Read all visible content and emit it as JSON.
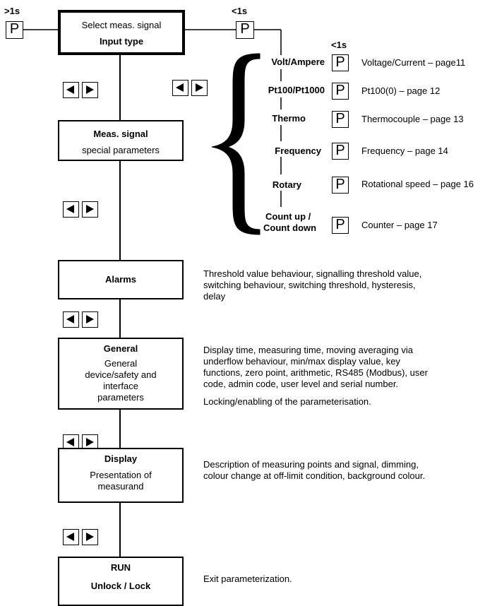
{
  "press_long": ">1s",
  "press_short_top": "<1s",
  "press_short_signals": "<1s",
  "p_key": "P",
  "boxes": {
    "input_type": {
      "line1": "Select meas. signal",
      "line2": "Input type"
    },
    "meas_signal": {
      "title": "Meas. signal",
      "sub": "special parameters"
    },
    "alarms": {
      "title": "Alarms"
    },
    "general": {
      "title": "General",
      "sub1": "General",
      "sub2": "device/safety and",
      "sub3": "interface",
      "sub4": "parameters"
    },
    "display": {
      "title": "Display",
      "sub1": "Presentation of",
      "sub2": "measurand"
    },
    "run": {
      "title": "RUN",
      "sub": "Unlock / Lock"
    }
  },
  "signals": [
    {
      "label": "Volt/Ampere",
      "desc": "Voltage/Current – page11"
    },
    {
      "label": "Pt100/Pt1000",
      "desc": "Pt100(0) – page 12"
    },
    {
      "label": "Thermo",
      "desc": "Thermocouple – page 13"
    },
    {
      "label": "Frequency",
      "desc": "Frequency – page 14"
    },
    {
      "label": "Rotary",
      "desc": "Rotational speed – page 16"
    },
    {
      "label_line1": "Count up /",
      "label_line2": "Count down",
      "desc": "Counter – page 17"
    }
  ],
  "descriptions": {
    "alarms": [
      "Threshold value behaviour, signalling threshold value,",
      "switching behaviour, switching threshold, hysteresis,",
      "delay"
    ],
    "general": [
      "Display time, measuring time, moving averaging via",
      "underflow behaviour, min/max display value, key",
      "functions, zero point, arithmetic, RS485 (Modbus), user",
      "code, admin code, user level and serial number."
    ],
    "general_lock": "Locking/enabling of the parameterisation.",
    "display": [
      "Description of measuring points and signal, dimming,",
      "colour change at off-limit condition, background colour."
    ],
    "run": "Exit parameterization."
  },
  "icons": [
    "left-arrow-key-icon",
    "right-arrow-key-icon",
    "p-key-icon",
    "curly-brace-icon"
  ]
}
